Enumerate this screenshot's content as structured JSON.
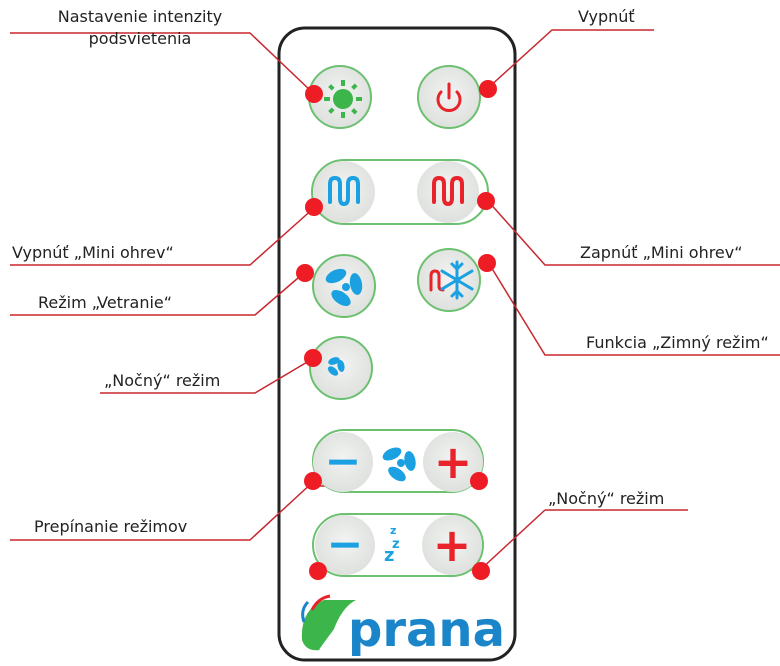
{
  "labels": {
    "brightness_line1": "Nastavenie intenzity",
    "brightness_line2": "podsvietenia",
    "power": "Vypnúť",
    "mini_heat_off": "Vypnúť „Mini ohrev“",
    "mini_heat_on": "Zapnúť „Mini ohrev“",
    "ventilation": "Režim „Vetranie“",
    "winter": "Funkcia „Zimný režim“",
    "night_left": "„Nočný“ režim",
    "mode_switch": "Prepínanie režimov",
    "night_right": "„Nočný“ režim"
  },
  "remote": {
    "brand": "prana",
    "minus_glyph": "−",
    "plus_glyph": "+",
    "sleep_glyph": "zzz",
    "icons": {
      "brightness": "sun-icon",
      "power": "power-icon",
      "heat_off": "heat-wave-icon",
      "heat_on": "heat-wave-icon",
      "fan": "fan-icon",
      "winter": "snowflake-heat-icon",
      "night": "moon-fan-icon",
      "logo": "prana-leaf-logo"
    }
  },
  "colors": {
    "button_fill": "#e6e8e6",
    "button_ring": "#6cc070",
    "marker": "#ee1c24",
    "leader_line": "#c8272f",
    "icon_blue": "#1ba1e2",
    "icon_red": "#e8232a",
    "icon_green": "#3cb54a",
    "brand_blue": "#1a85c8",
    "remote_border": "#222222"
  }
}
